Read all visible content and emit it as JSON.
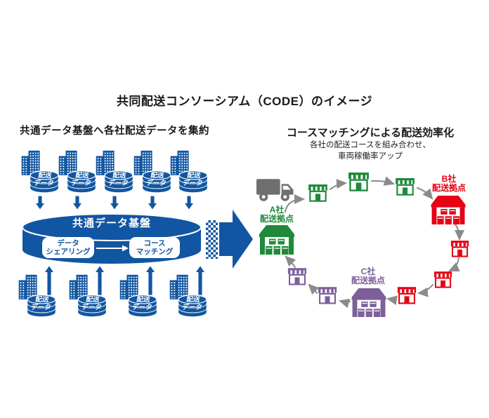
{
  "title": "共同配送コンソーシアム（CODE）のイメージ",
  "colors": {
    "blue": "#1156a2",
    "green": "#1e8a3a",
    "red": "#e60012",
    "purple": "#7d5f9b",
    "truck_gray": "#6f6f6f",
    "route_arrow_gray": "#8b8b8b"
  },
  "icons": {
    "building": "building-icon",
    "database": "delivery-data-cylinder-icon",
    "down_arrow": "down-arrow-icon",
    "up_arrow": "up-arrow-icon",
    "big_arrow": "big-flow-arrow-icon",
    "truck": "truck-icon",
    "store": "store-icon",
    "warehouse": "warehouse-icon"
  },
  "left": {
    "heading": "共通データ基盤へ各社配送データを集約",
    "db_label": {
      "l1": "配送",
      "l2": "データ"
    },
    "platform": {
      "label": "共通データ基盤",
      "sharing": {
        "l1": "データ",
        "l2": "シェアリング"
      },
      "matching": {
        "l1": "コース",
        "l2": "マッチング"
      }
    }
  },
  "right": {
    "heading": "コースマッチングによる配送効率化",
    "sub1": "各社の配送コースを組み合わせ、",
    "sub2": "車両稼働率アップ",
    "hub_a": {
      "l1": "A社",
      "l2": "配送拠点"
    },
    "hub_b": {
      "l1": "B社",
      "l2": "配送拠点"
    },
    "hub_c": {
      "l1": "C社",
      "l2": "配送拠点"
    }
  }
}
